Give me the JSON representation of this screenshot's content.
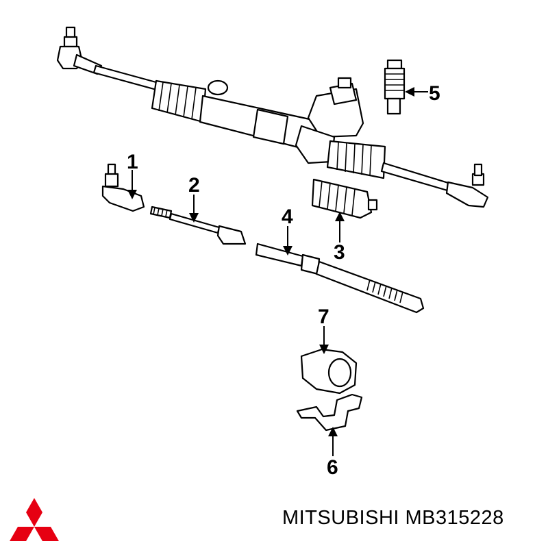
{
  "brand": {
    "logo_icon": "mitsubishi-three-diamonds-icon",
    "logo_color": "#e60012",
    "caption": "MITSUBISHI MB315228"
  },
  "callouts": [
    {
      "id": "1",
      "label": "1"
    },
    {
      "id": "2",
      "label": "2"
    },
    {
      "id": "3",
      "label": "3"
    },
    {
      "id": "4",
      "label": "4"
    },
    {
      "id": "5",
      "label": "5"
    },
    {
      "id": "6",
      "label": "6"
    },
    {
      "id": "7",
      "label": "7"
    }
  ]
}
